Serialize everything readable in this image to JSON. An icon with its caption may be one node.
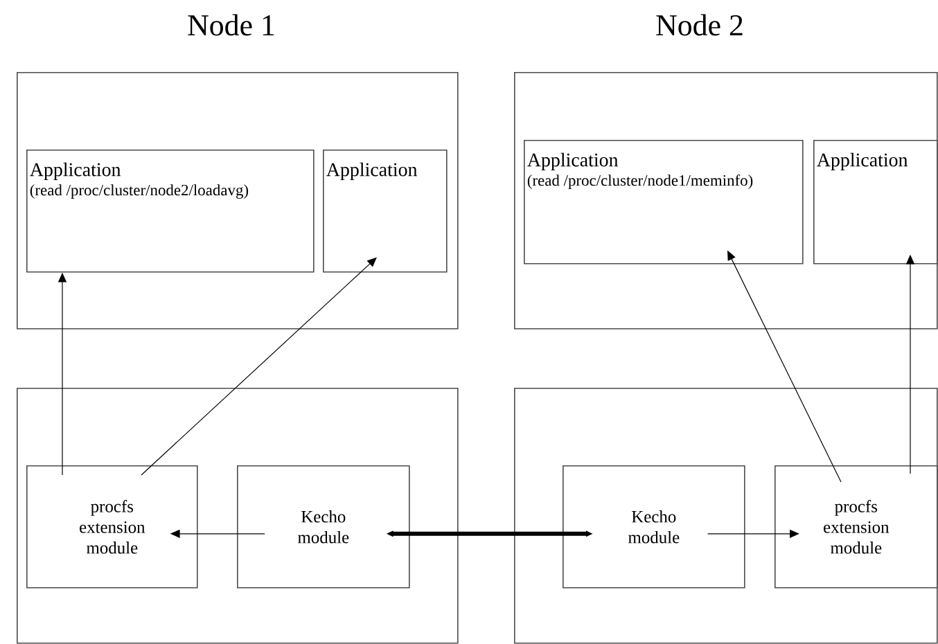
{
  "diagram": {
    "nodes": [
      {
        "text": [],
        "shape": "box"
      },
      {
        "text": [
          "Application",
          "(read /proc/cluster/node2/loadavg)"
        ],
        "in": 0
      },
      {
        "text": [
          "Application"
        ],
        "in": 0
      },
      {
        "text": [],
        "shape": "box"
      },
      {
        "text": [
          "procfs extension module"
        ],
        "in": 3
      },
      {
        "text": [
          "Kecho module"
        ],
        "in": 3
      },
      {
        "text": [],
        "shape": "box"
      },
      {
        "text": [
          "Application",
          "(read /proc/cluster/node1/meminfo)"
        ],
        "in": 6
      },
      {
        "text": [
          "Application"
        ],
        "in": 6
      },
      {
        "text": [],
        "shape": "box"
      },
      {
        "text": [
          "Kecho module"
        ],
        "in": 9
      },
      {
        "text": [
          "procfs extension module"
        ],
        "in": 9
      }
    ],
    "edges": [
      {
        "from": 4,
        "to": 1,
        "arrow": "to"
      },
      {
        "from": 4,
        "to": 2,
        "arrow": "to"
      },
      {
        "from": 5,
        "to": 4,
        "arrow": "to"
      },
      {
        "from": 5,
        "to": 10,
        "arrow": "both",
        "style": "thick"
      },
      {
        "from": 10,
        "to": 11,
        "arrow": "to"
      },
      {
        "from": 11,
        "to": 7,
        "arrow": "to"
      },
      {
        "from": 11,
        "to": 8,
        "arrow": "to"
      }
    ],
    "labels": [
      "Node 1",
      "Node 2"
    ]
  }
}
